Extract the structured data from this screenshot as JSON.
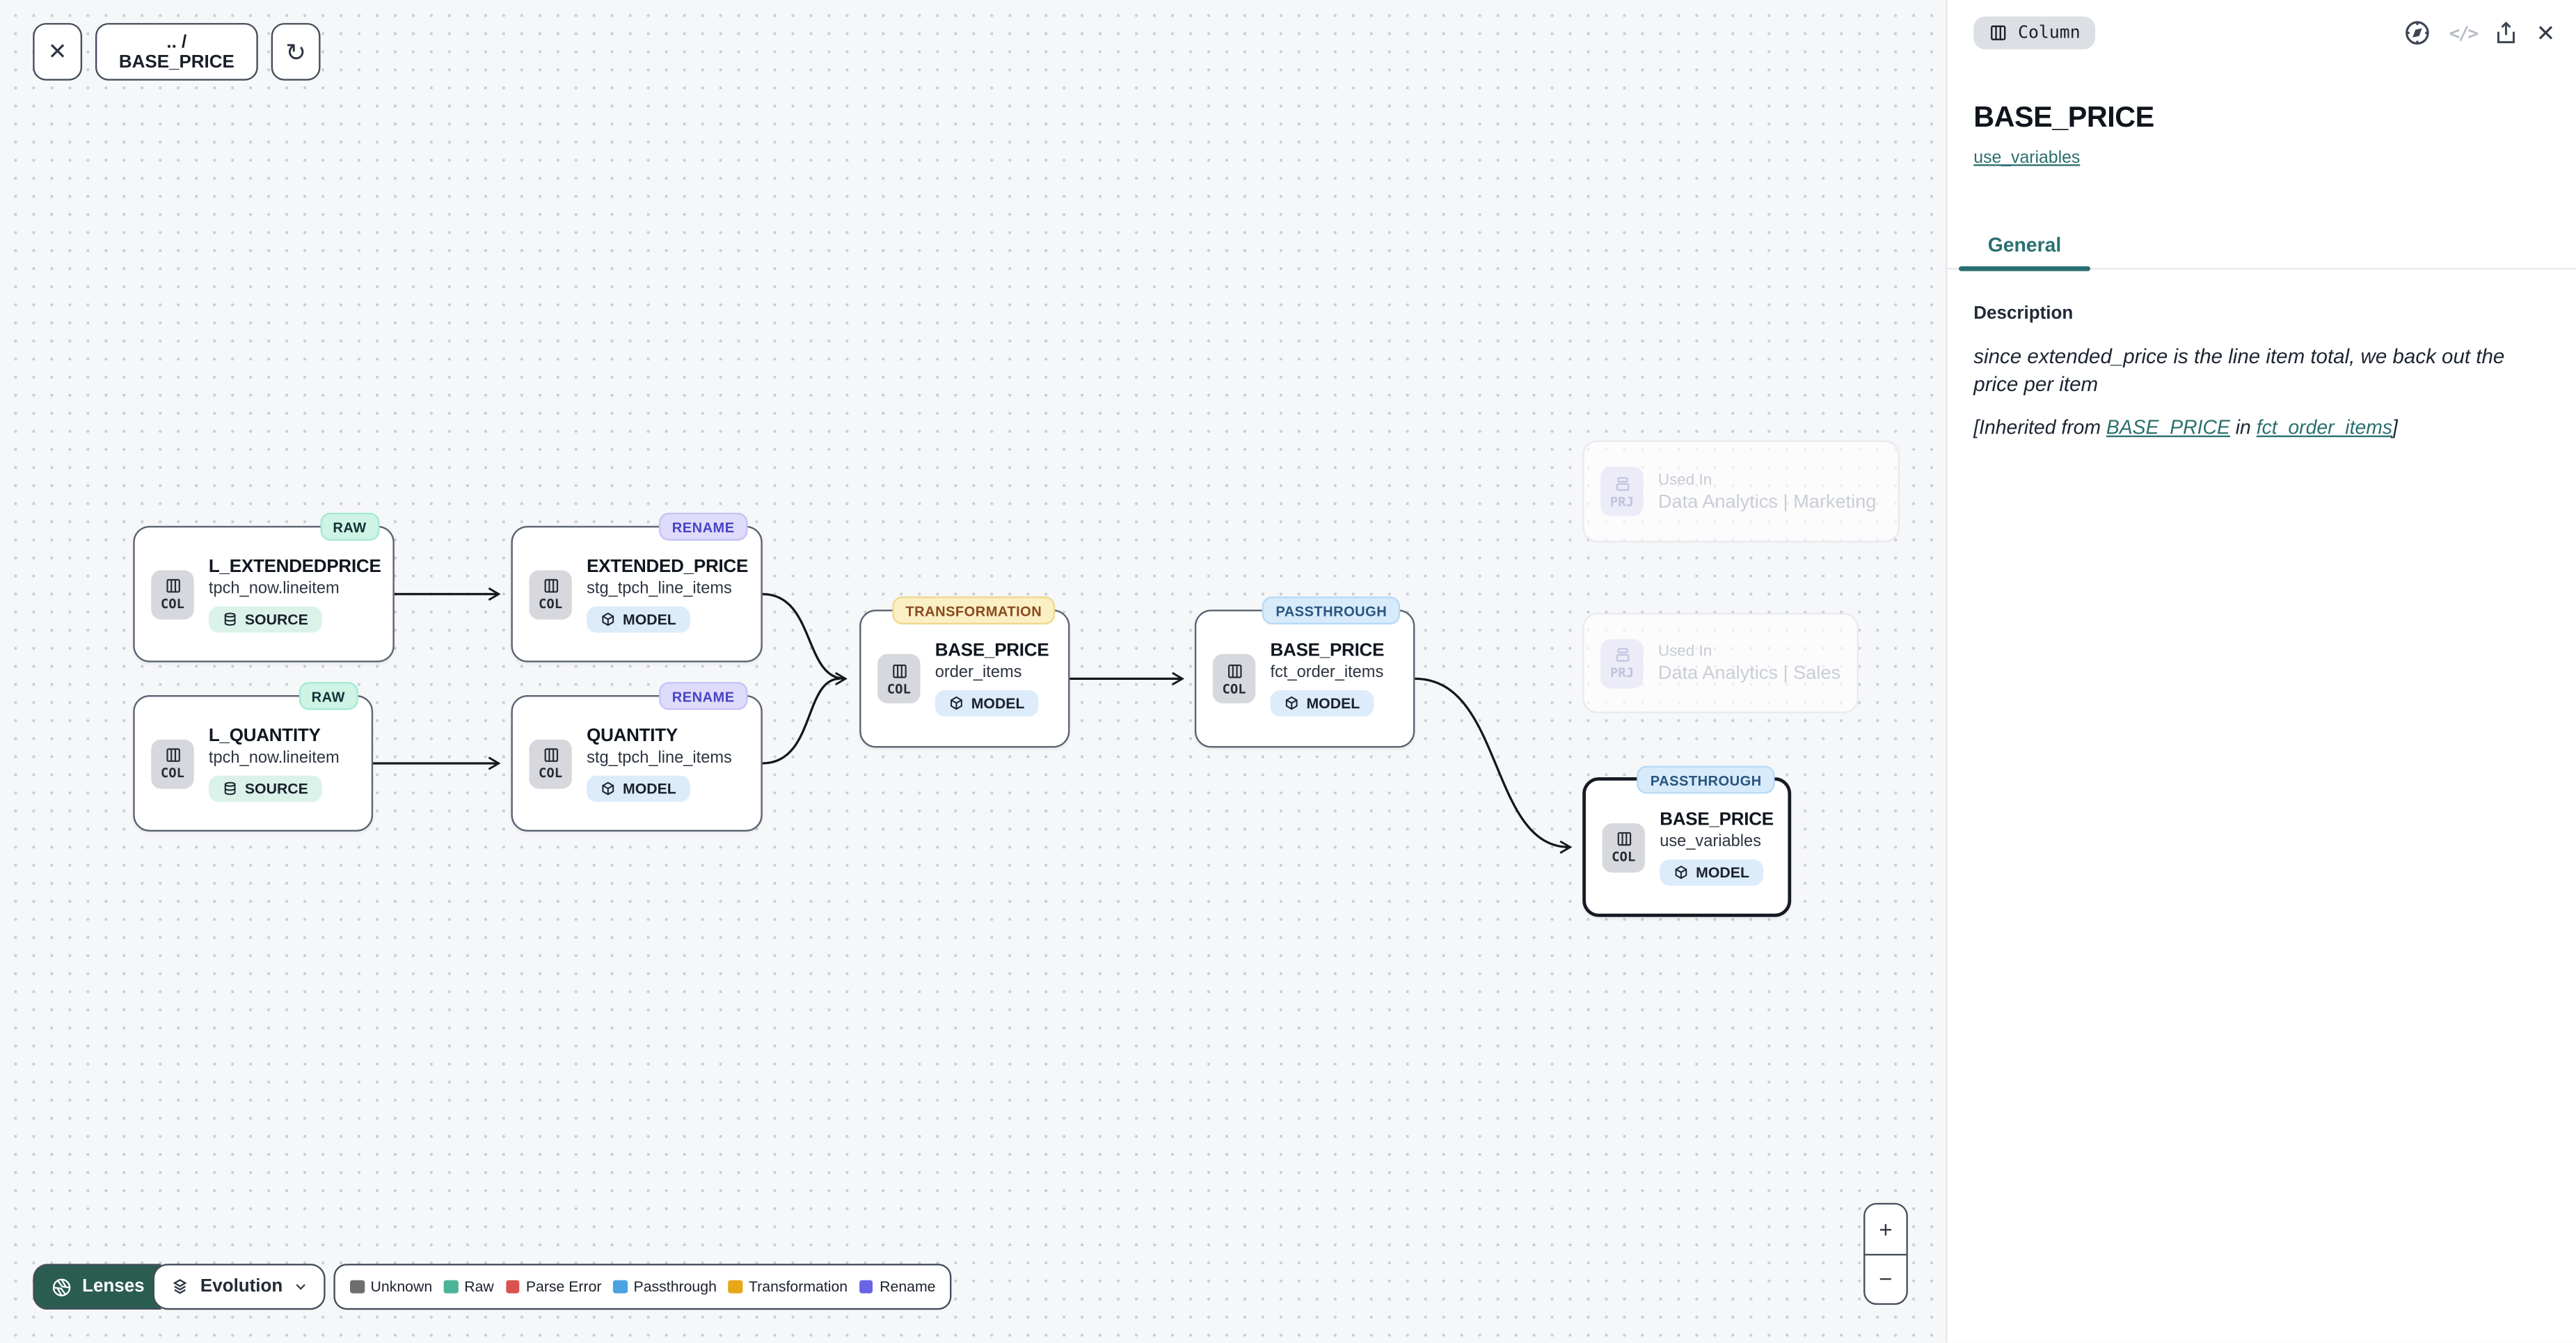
{
  "toolbar": {
    "close_icon": "✕",
    "breadcrumb": ".. / BASE_PRICE",
    "refresh_icon": "↻"
  },
  "panel": {
    "type_badge": "Column",
    "code_icon": "</>",
    "close_icon": "✕",
    "title": "BASE_PRICE",
    "model_link": "use_variables",
    "tab_general": "General",
    "description_heading": "Description",
    "description_body": "since extended_price is the line item total, we back out the price per item",
    "inherited": {
      "prefix": "[Inherited from ",
      "column_link": "BASE_PRICE",
      "middle": " in ",
      "model_link": "fct_order_items",
      "suffix": "]"
    }
  },
  "nodes": [
    {
      "badge": "RAW",
      "chip": "COL",
      "title": "L_EXTENDEDPRICE",
      "subtitle": "tpch_now.lineitem",
      "tag": "SOURCE"
    },
    {
      "badge": "RENAME",
      "chip": "COL",
      "title": "EXTENDED_PRICE",
      "subtitle": "stg_tpch_line_items",
      "tag": "MODEL"
    },
    {
      "badge": "RAW",
      "chip": "COL",
      "title": "L_QUANTITY",
      "subtitle": "tpch_now.lineitem",
      "tag": "SOURCE"
    },
    {
      "badge": "RENAME",
      "chip": "COL",
      "title": "QUANTITY",
      "subtitle": "stg_tpch_line_items",
      "tag": "MODEL"
    },
    {
      "badge": "TRANSFORMATION",
      "chip": "COL",
      "title": "BASE_PRICE",
      "subtitle": "order_items",
      "tag": "MODEL"
    },
    {
      "badge": "PASSTHROUGH",
      "chip": "COL",
      "title": "BASE_PRICE",
      "subtitle": "fct_order_items",
      "tag": "MODEL"
    },
    {
      "badge": "PASSTHROUGH",
      "chip": "COL",
      "title": "BASE_PRICE",
      "subtitle": "use_variables",
      "tag": "MODEL"
    }
  ],
  "ghost_nodes": [
    {
      "chip": "PRJ",
      "label": "Used In",
      "name": "Data Analytics | Marketing"
    },
    {
      "chip": "PRJ",
      "label": "Used In",
      "name": "Data Analytics | Sales"
    }
  ],
  "controls": {
    "lenses_label": "Lenses",
    "lens_mode": "Evolution",
    "zoom_in": "+",
    "zoom_out": "−"
  },
  "legend": {
    "items": [
      {
        "label": "Unknown",
        "color": "#6e6e6e"
      },
      {
        "label": "Raw",
        "color": "#4db398"
      },
      {
        "label": "Parse Error",
        "color": "#d95350"
      },
      {
        "label": "Passthrough",
        "color": "#4ba3e0"
      },
      {
        "label": "Transformation",
        "color": "#e6a817"
      },
      {
        "label": "Rename",
        "color": "#6963e6"
      }
    ]
  },
  "colors": {
    "accent_teal": "#2a6f6f",
    "canvas_bg": "#f6f7f9",
    "selection_border": "#151a23",
    "lenses_button_bg": "#2b5c50",
    "badge_raw_bg": "#cdf4e4",
    "badge_rename_bg": "#dedcfa",
    "badge_transformation_bg": "#fbf0c3",
    "badge_passthrough_bg": "#d8ebfb"
  }
}
